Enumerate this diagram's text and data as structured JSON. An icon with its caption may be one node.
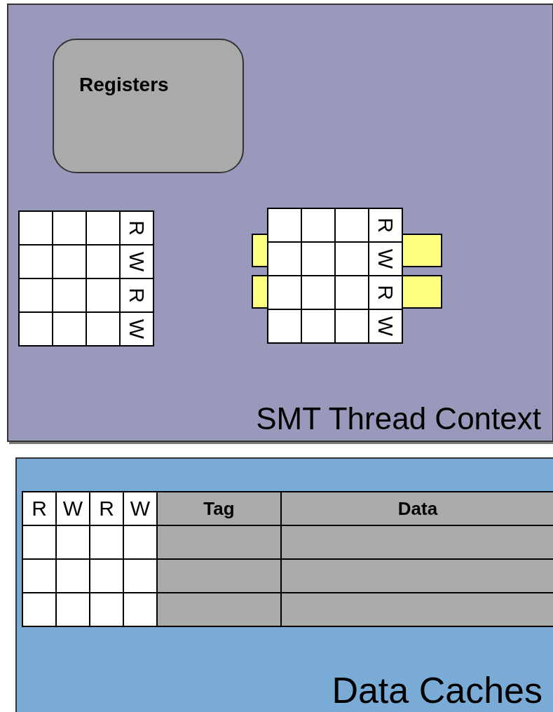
{
  "diagram": {
    "nodes": [
      {
        "text": [
          "SMT Thread Context"
        ]
      },
      {
        "text": [
          "Registers"
        ],
        "in": 0
      },
      {
        "text": [
          "Data Caches"
        ]
      }
    ],
    "labels": [
      "R",
      "W",
      "R",
      "W",
      "R",
      "W",
      "R",
      "W",
      "R",
      "W",
      "R",
      "W",
      "Tag",
      "Data"
    ]
  }
}
